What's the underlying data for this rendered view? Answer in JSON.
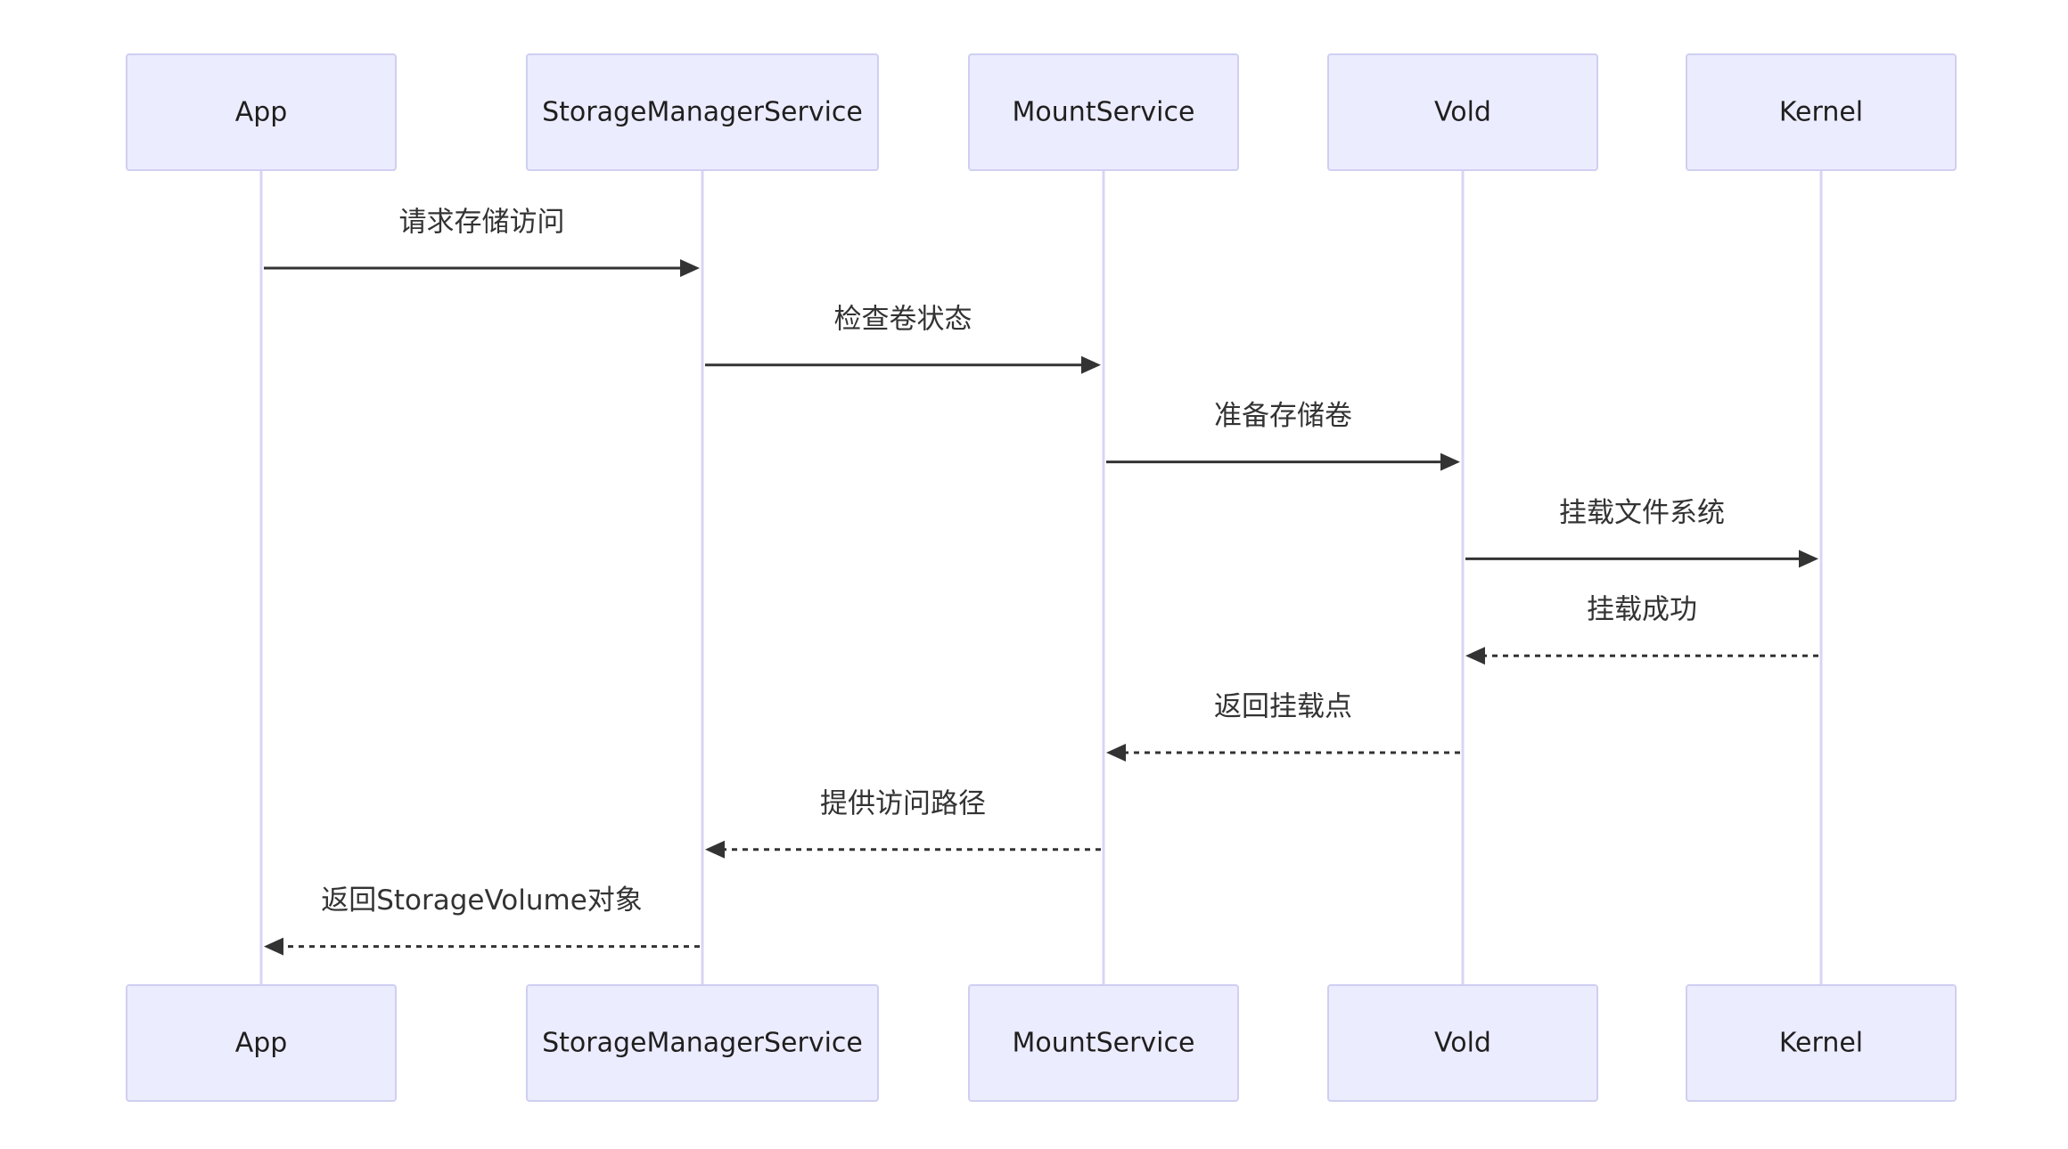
{
  "participants": [
    {
      "id": "app",
      "label": "App"
    },
    {
      "id": "sms",
      "label": "StorageManagerService"
    },
    {
      "id": "mount",
      "label": "MountService"
    },
    {
      "id": "vold",
      "label": "Vold"
    },
    {
      "id": "kernel",
      "label": "Kernel"
    }
  ],
  "messages": [
    {
      "from": "app",
      "to": "sms",
      "label": "请求存储访问",
      "style": "solid"
    },
    {
      "from": "sms",
      "to": "mount",
      "label": "检查卷状态",
      "style": "solid"
    },
    {
      "from": "mount",
      "to": "vold",
      "label": "准备存储卷",
      "style": "solid"
    },
    {
      "from": "vold",
      "to": "kernel",
      "label": "挂载文件系统",
      "style": "solid"
    },
    {
      "from": "kernel",
      "to": "vold",
      "label": "挂载成功",
      "style": "dashed"
    },
    {
      "from": "vold",
      "to": "mount",
      "label": "返回挂载点",
      "style": "dashed"
    },
    {
      "from": "mount",
      "to": "sms",
      "label": "提供访问路径",
      "style": "dashed"
    },
    {
      "from": "sms",
      "to": "app",
      "label": "返回StorageVolume对象",
      "style": "dashed"
    }
  ],
  "colors": {
    "actor_fill": "#ececff",
    "actor_border": "#cfcff2",
    "lifeline": "#d9d4f4",
    "arrow": "#333333"
  }
}
